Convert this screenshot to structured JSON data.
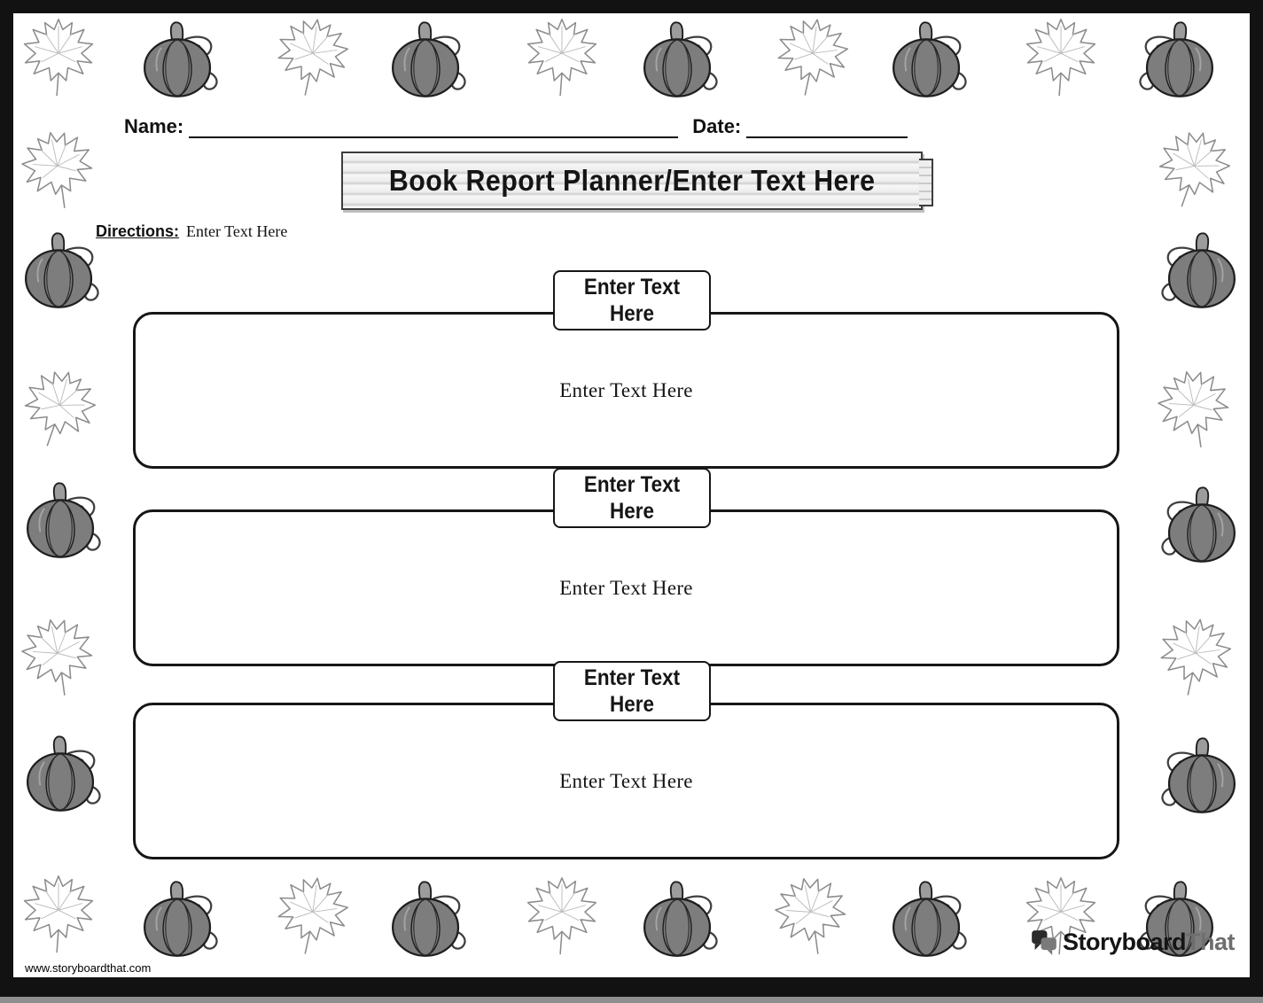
{
  "header": {
    "name_label": "Name:",
    "date_label": "Date:"
  },
  "banner": {
    "title": "Book Report Planner/Enter Text Here"
  },
  "directions": {
    "label": "Directions:",
    "text": "Enter Text Here"
  },
  "sections": [
    {
      "label": "Enter Text Here",
      "body": "Enter Text Here"
    },
    {
      "label": "Enter Text Here",
      "body": "Enter Text Here"
    },
    {
      "label": "Enter Text Here",
      "body": "Enter Text Here"
    }
  ],
  "footer": {
    "url": "www.storyboardthat.com",
    "brand_primary": "Storyboard",
    "brand_secondary": "That"
  },
  "icons": {
    "leaf": "maple-leaf-icon",
    "pumpkin": "pumpkin-icon",
    "logo": "speech-bubbles-icon"
  },
  "colors": {
    "frame": "#121212",
    "pumpkin_fill": "#7d7d7d",
    "leaf_stroke": "#8c8c8c",
    "bottom_strip": "#8f8f8f"
  }
}
